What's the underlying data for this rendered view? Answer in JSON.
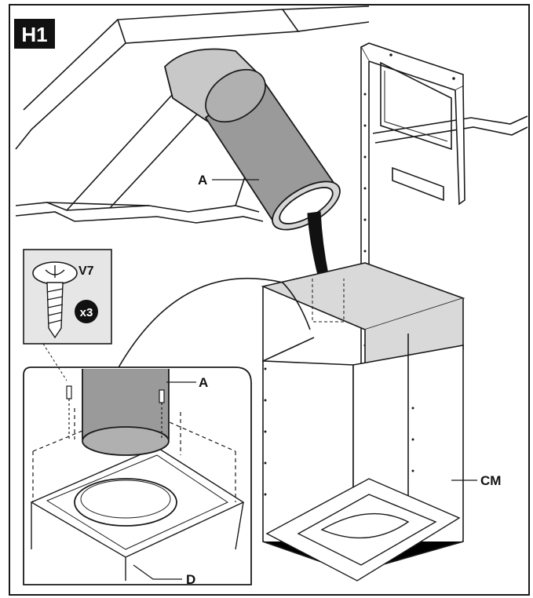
{
  "step_badge": "H1",
  "labels": {
    "duct": "A",
    "duct_detail": "A",
    "screw": "V7",
    "quantity": "x3",
    "ring": "D",
    "chimney": "CM"
  },
  "colors": {
    "ink": "#1a1a1a",
    "duct_fill": "#9a9a9a",
    "duct_light": "#c8c8c8",
    "band_fill": "#d9d9d9",
    "badge_bg": "#111111",
    "badge_fg": "#ffffff",
    "callout_bg": "#e6e6e6",
    "cable": "#111111"
  }
}
